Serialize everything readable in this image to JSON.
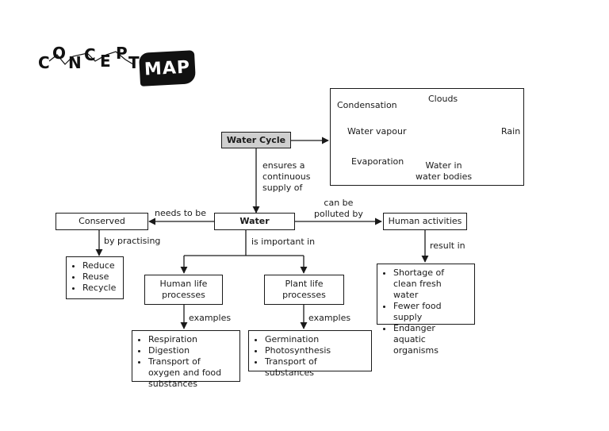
{
  "logo": {
    "letters": [
      "C",
      "O",
      "N",
      "C",
      "E",
      "P",
      "T"
    ],
    "badge": "MAP"
  },
  "nodes": {
    "water_cycle": "Water Cycle",
    "water": "Water",
    "conserved": "Conserved",
    "human_activities": "Human activities",
    "human_life_processes": "Human life\nprocesses",
    "plant_life_processes": "Plant life\nprocesses"
  },
  "lists": {
    "conserve_methods": [
      "Reduce",
      "Reuse",
      "Recycle"
    ],
    "human_examples": [
      "Respiration",
      "Digestion",
      "Transport of oxygen and food substances"
    ],
    "plant_examples": [
      "Germination",
      "Photosynthesis",
      "Transport of substances"
    ],
    "pollution_results": [
      "Shortage of clean fresh water",
      "Fewer food supply",
      "Endanger aquatic organisms"
    ]
  },
  "cycle": {
    "clouds": "Clouds",
    "rain": "Rain",
    "water_bodies": "Water in\nwater bodies",
    "evaporation": "Evaporation",
    "water_vapour": "Water vapour",
    "condensation": "Condensation"
  },
  "links": {
    "ensures": "ensures a\ncontinuous\nsupply of",
    "needs_to_be": "needs to be",
    "can_be_polluted": "can be\npolluted by",
    "by_practising": "by practising",
    "is_important_in": "is important in",
    "result_in": "result in",
    "examples_human": "examples",
    "examples_plant": "examples"
  },
  "colors": {
    "water_cycle_fill": "#cfcfcf",
    "line": "#1a1a1a",
    "logo_badge": "#111111"
  }
}
